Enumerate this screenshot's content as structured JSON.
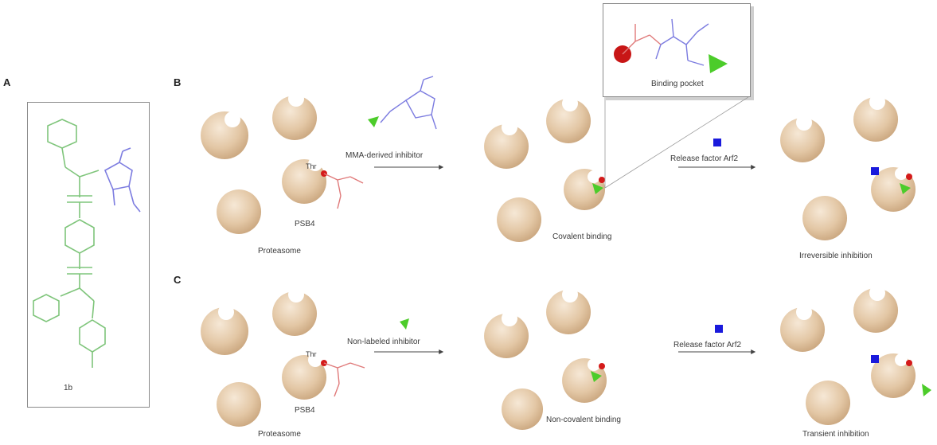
{
  "panels": {
    "a": "A",
    "b": "B",
    "c": "C"
  },
  "compound": {
    "label": "1b"
  },
  "inset": {
    "label": "Binding pocket"
  },
  "row_b": {
    "proteasome_label": "Proteasome",
    "site_label": "PSB4",
    "residue_label": "Thr",
    "step1_label": "MMA-derived inhibitor",
    "middle_label": "Covalent binding",
    "step2_label": "Release factor Arf2",
    "final_label": "Irreversible inhibition"
  },
  "row_c": {
    "proteasome_label": "Proteasome",
    "site_label": "PSB4",
    "residue_label": "Thr",
    "step1_label": "Non-labeled inhibitor",
    "middle_label": "Non-covalent binding",
    "step2_label": "Release factor Arf2",
    "final_label": "Transient inhibition"
  },
  "colors": {
    "protein": "#e3c7a5",
    "protein_edge": "#c2a07a",
    "ligand_green": "#7fc57b",
    "ligand_blue": "#7c7ce0",
    "residue_red": "#e07a7a",
    "active_red": "#d41a1a",
    "factor_blue": "#1a1adc",
    "triangle_green": "#4ccc2a"
  }
}
